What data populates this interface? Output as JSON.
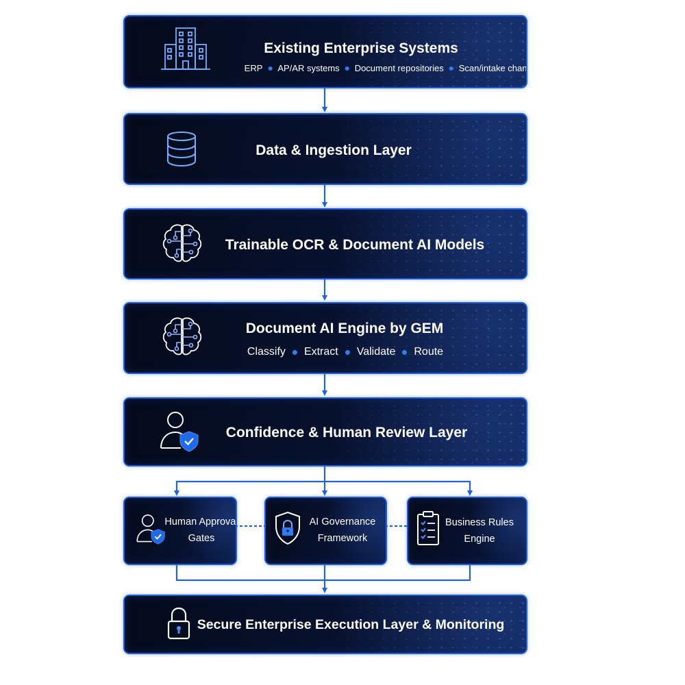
{
  "colors": {
    "box_bg": "#081230",
    "border": "#1e5fd8",
    "accent": "#2f7df0",
    "text": "#ffffff"
  },
  "boxes": {
    "enterprise": {
      "title": "Existing Enterprise Systems",
      "icon": "building-icon",
      "items": [
        "ERP",
        "AP/AR systems",
        "Document repositories",
        "Scan/intake channels"
      ]
    },
    "ingestion": {
      "title": "Data & Ingestion Layer",
      "icon": "database-icon"
    },
    "ocr": {
      "title": "Trainable OCR & Document AI Models",
      "icon": "ai-brain-icon"
    },
    "engine": {
      "title": "Document AI Engine by GEM",
      "icon": "ai-brain-icon",
      "items": [
        "Classify",
        "Extract",
        "Validate",
        "Route"
      ]
    },
    "review": {
      "title": "Confidence & Human Review Layer",
      "icon": "user-shield-icon"
    },
    "approval": {
      "title_line1": "Human Approval",
      "title_line2": "Gates",
      "icon": "user-shield-icon"
    },
    "governance": {
      "title_line1": "AI Governance",
      "title_line2": "Framework",
      "icon": "shield-lock-icon"
    },
    "rules": {
      "title_line1": "Business Rules",
      "title_line2": "Engine",
      "icon": "checklist-icon"
    },
    "execution": {
      "title": "Secure Enterprise Execution Layer & Monitoring",
      "icon": "padlock-icon"
    }
  }
}
